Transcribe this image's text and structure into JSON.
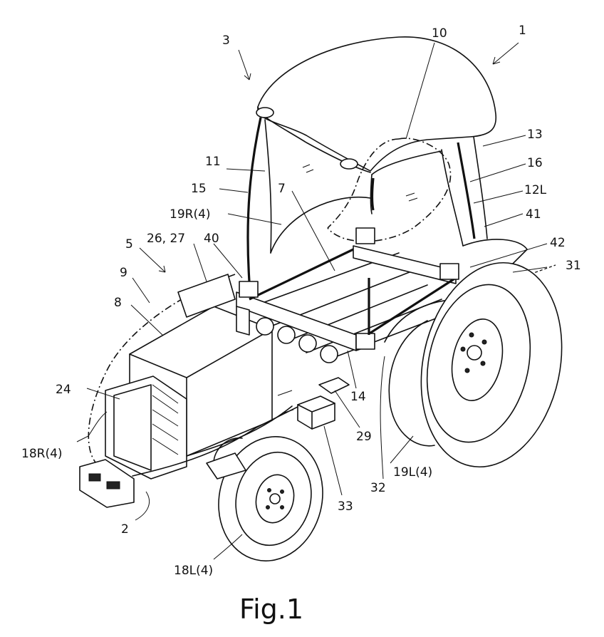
{
  "figure": {
    "caption": "Fig.1",
    "labels": {
      "l1": "1",
      "l3": "3",
      "l10": "10",
      "l13": "13",
      "l16": "16",
      "l12L": "12L",
      "l11": "11",
      "l15": "15",
      "l7": "7",
      "l19R": "19R(4)",
      "l41": "41",
      "l26_27": "26, 27",
      "l40": "40",
      "l5": "5",
      "l42": "42",
      "l31": "31",
      "l9": "9",
      "l8": "8",
      "l24": "24",
      "l14": "14",
      "l29": "29",
      "l18R": "18R(4)",
      "l19L": "19L(4)",
      "l32": "32",
      "l33": "33",
      "l2": "2",
      "l18L": "18L(4)"
    }
  }
}
